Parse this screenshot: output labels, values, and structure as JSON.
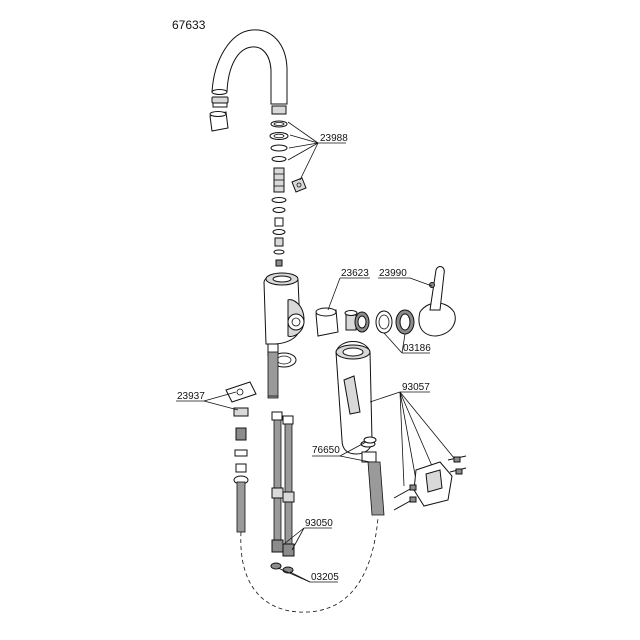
{
  "diagram": {
    "model_number": "67633",
    "part_numbers": {
      "p23988": "23988",
      "p23623": "23623",
      "p23990": "23990",
      "p03186": "03186",
      "p93057": "93057",
      "p23937": "23937",
      "p76650": "76650",
      "p93050": "93050",
      "p03205": "03205"
    }
  }
}
